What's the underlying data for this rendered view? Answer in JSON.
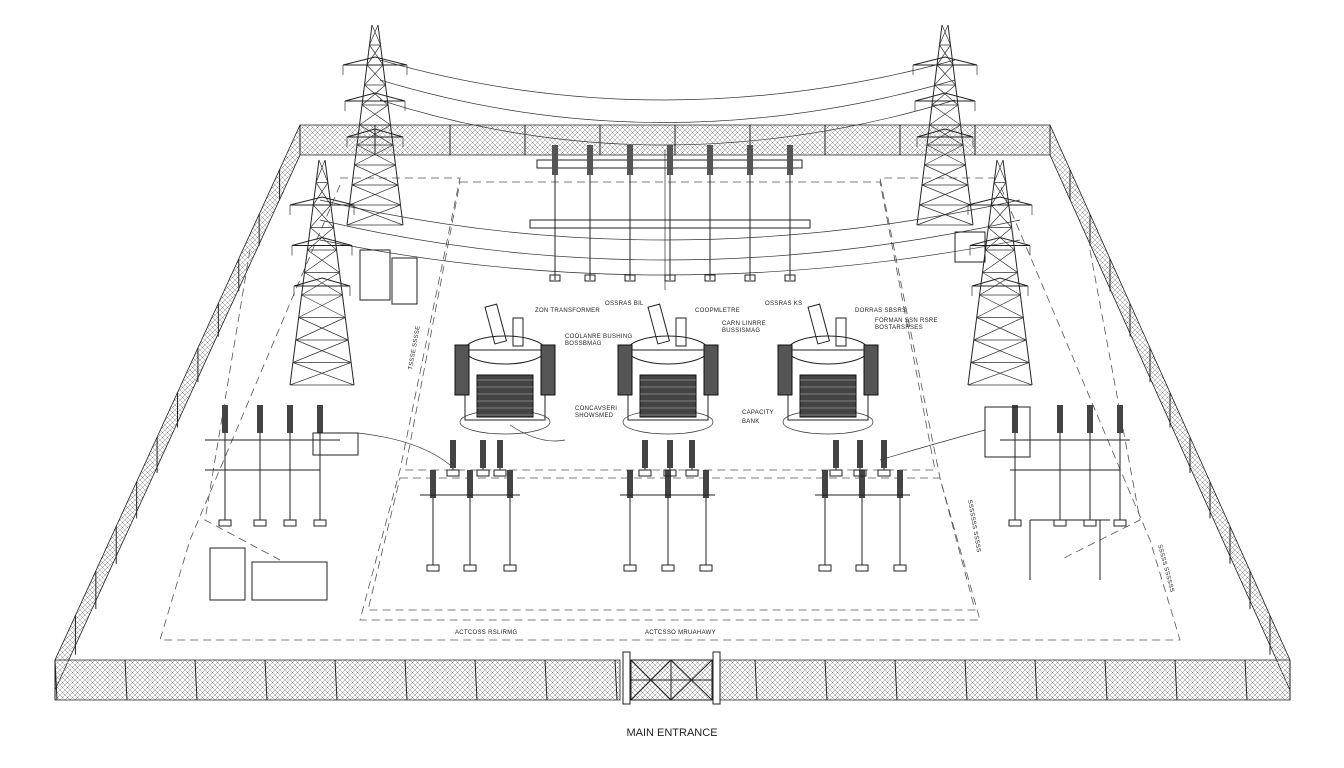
{
  "title": "MAIN ENTRANCE",
  "labels": {
    "t1_a": "ZON TRANSFORMER",
    "t1_b": "COOLANRE BUSHING",
    "t1_b2": "BOSSBMAG",
    "t1_c": "CONCAVSERI",
    "t1_c2": "SHOWSMED",
    "t2_a": "OSSRAS BIL",
    "t2_b": "COOPMLETRE",
    "t2_c": "CARN LINRRE",
    "t2_c2": "BUSSISMAG",
    "t3_a": "OSSRAS KS",
    "t3_b": "DORRAS SBSRS",
    "t3_c": "FORMAN SSN RSRE",
    "t3_c2": "BOSTARSRSES",
    "t3_d": "CAPACITY",
    "t3_d2": "BANK",
    "road_left": "ACTCOSS RSLIRMG",
    "road_right": "ACTCSSO MRUAHAWY",
    "side_left": "TSSSE SSSSE",
    "side_right1": "SSSSSSS SSSSS",
    "side_right2": "SSSSS SSSSSS"
  },
  "colors": {
    "ink": "#222222",
    "background": "#ffffff",
    "mesh": "#9a9a9a"
  }
}
